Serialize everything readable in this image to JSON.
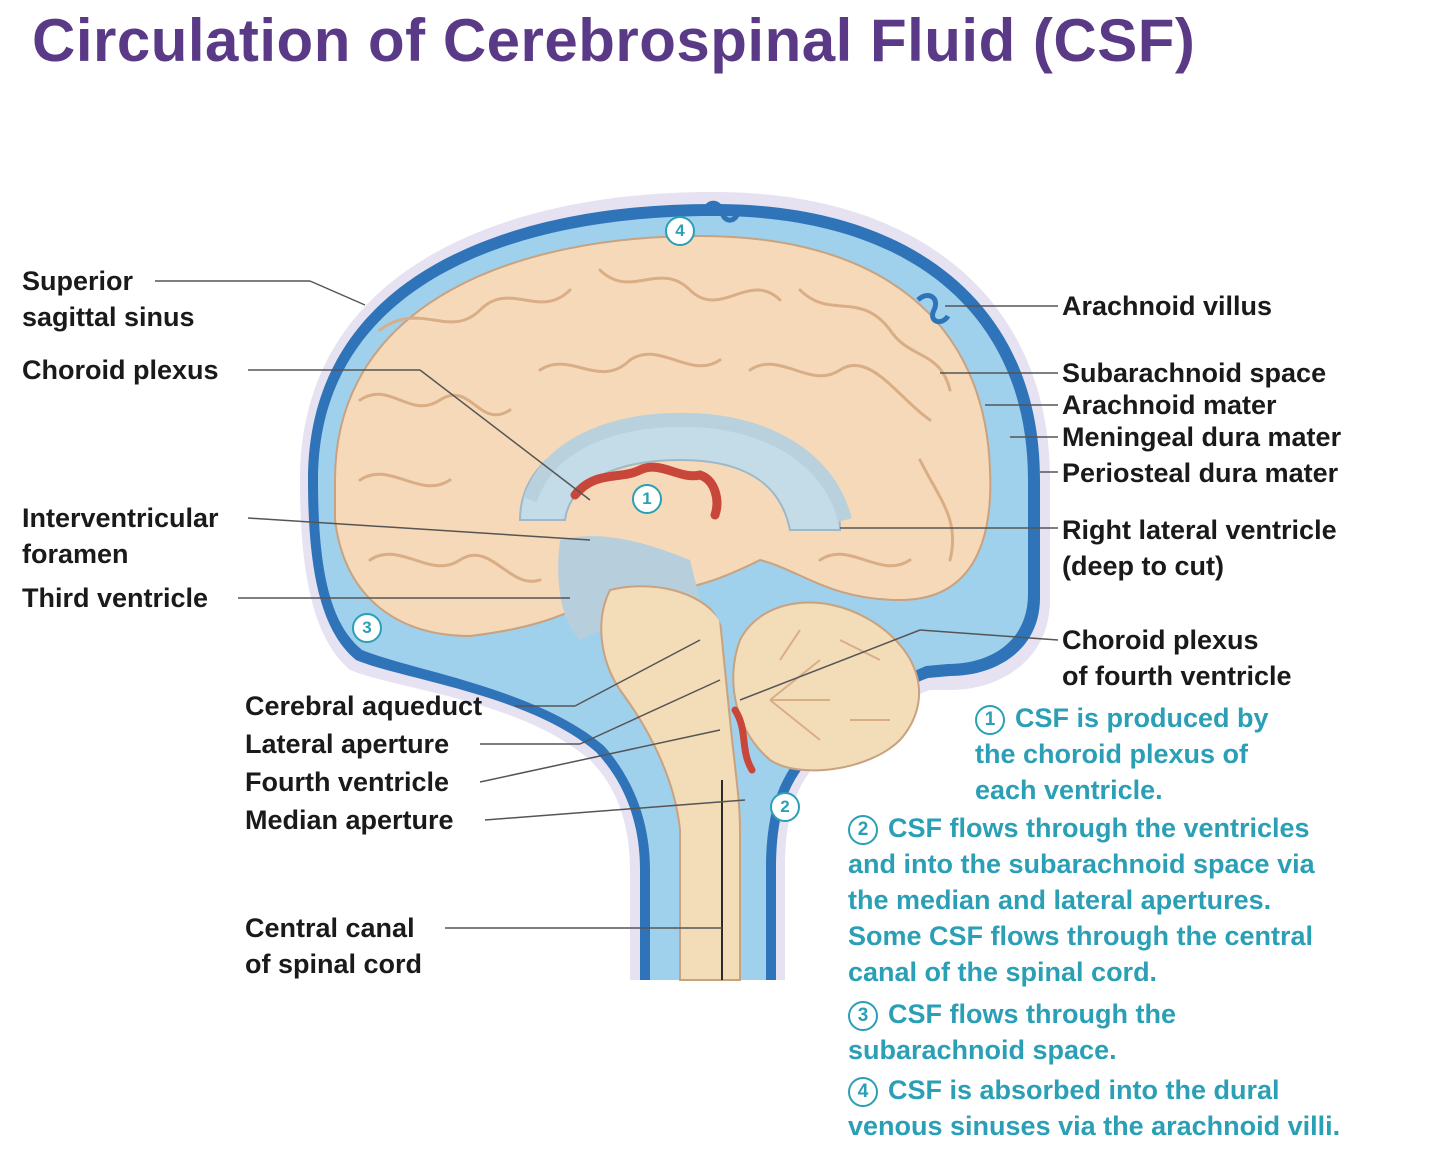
{
  "title": "Circulation of Cerebrospinal Fluid (CSF)",
  "labels_left": {
    "superior_sagittal_sinus": [
      "Superior",
      "sagittal sinus"
    ],
    "choroid_plexus": "Choroid plexus",
    "interventricular_foramen": [
      "Interventricular",
      "foramen"
    ],
    "third_ventricle": "Third ventricle",
    "cerebral_aqueduct": "Cerebral aqueduct",
    "lateral_aperture": "Lateral aperture",
    "fourth_ventricle": "Fourth ventricle",
    "median_aperture": "Median aperture",
    "central_canal": [
      "Central canal",
      "of spinal cord"
    ]
  },
  "labels_right": {
    "arachnoid_villus": "Arachnoid villus",
    "subarachnoid_space": "Subarachnoid space",
    "arachnoid_mater": "Arachnoid mater",
    "meningeal_dura_mater": "Meningeal dura mater",
    "periosteal_dura_mater": "Periosteal dura mater",
    "right_lateral_ventricle": [
      "Right lateral ventricle",
      "(deep to cut)"
    ],
    "choroid_plexus_fourth": [
      "Choroid plexus",
      "of fourth ventricle"
    ]
  },
  "steps": [
    {
      "num": "1",
      "lines": [
        "CSF is produced by",
        "the choroid plexus of",
        "each ventricle."
      ]
    },
    {
      "num": "2",
      "lines": [
        "CSF flows through the ventricles",
        "and into the subarachnoid space via",
        "the median and lateral apertures.",
        "Some CSF flows through the central",
        "canal of the spinal cord."
      ]
    },
    {
      "num": "3",
      "lines": [
        "CSF flows through the",
        "subarachnoid space."
      ]
    },
    {
      "num": "4",
      "lines": [
        "CSF is absorbed into the dural",
        "venous sinuses via the arachnoid villi."
      ]
    }
  ],
  "diagram_markers": [
    "1",
    "2",
    "3",
    "4"
  ],
  "colors": {
    "title": "#5a3a86",
    "step_text": "#2a9fb5",
    "dura": "#2f74b8",
    "csf": "#9fd0ec",
    "brain": "#f6d9b8",
    "cerebellum": "#f3dcb8",
    "ventricle": "#c4dbe8",
    "choroid": "#c8463a"
  }
}
